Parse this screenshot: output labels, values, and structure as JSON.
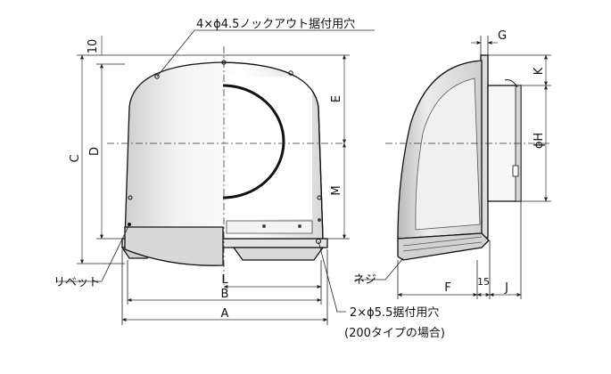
{
  "callouts": {
    "knockout_holes": "4×ϕ4.5ノックアウト据付用穴",
    "mount_holes": "2×ϕ5.5据付用穴",
    "mount_holes_note": "(200タイプの場合)",
    "rivet": "リベット",
    "screw": "ネジ"
  },
  "dimensions": {
    "ten": "10",
    "C": "C",
    "D": "D",
    "E": "E",
    "M": "M",
    "L": "L",
    "B": "B",
    "A": "A",
    "G": "G",
    "K": "K",
    "H": "ϕH",
    "F": "F",
    "fifteen": "15",
    "J": "J"
  }
}
